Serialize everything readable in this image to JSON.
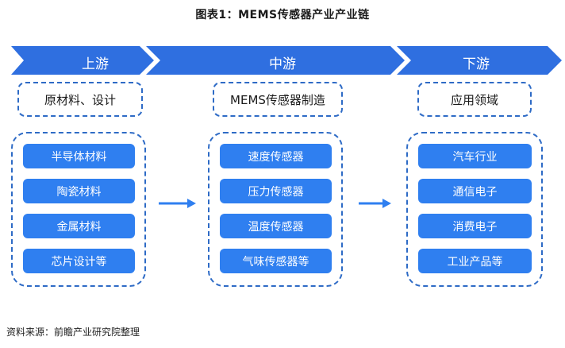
{
  "title": "图表1：MEMS传感器产业产业链",
  "stages": [
    {
      "label": "上游",
      "category": "原材料、设计",
      "items": [
        "半导体材料",
        "陶瓷材料",
        "金属材料",
        "芯片设计等"
      ]
    },
    {
      "label": "中游",
      "category": "MEMS传感器制造",
      "items": [
        "速度传感器",
        "压力传感器",
        "温度传感器",
        "气味传感器等"
      ]
    },
    {
      "label": "下游",
      "category": "应用领域",
      "items": [
        "汽车行业",
        "通信电子",
        "消费电子",
        "工业产品等"
      ]
    }
  ],
  "source": "资料来源：前瞻产业研究院整理",
  "colors": {
    "band": "#2f6fe0",
    "item": "#2f7ff0",
    "dashed": "#2e6bc6",
    "arrow": "#2f7ff0"
  }
}
